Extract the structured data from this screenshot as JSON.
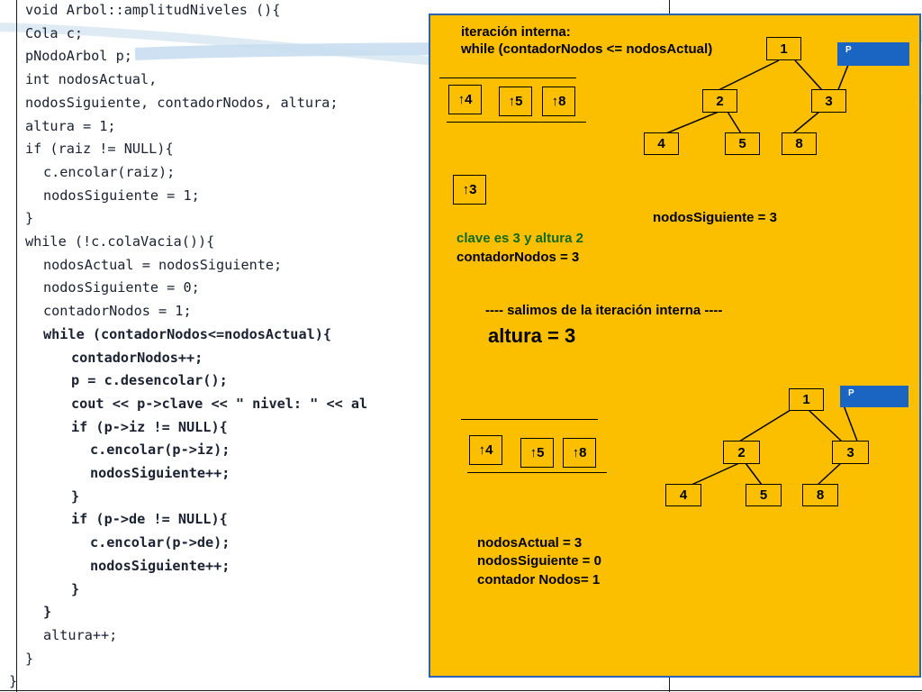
{
  "code": {
    "lines": [
      {
        "t": "void Arbol::amplitudNiveles (){",
        "indent": 1
      },
      {
        "t": "Cola c;",
        "indent": 1
      },
      {
        "t": "pNodoArbol p;",
        "indent": 1
      },
      {
        "t": "int nodosActual,",
        "indent": 1
      },
      {
        "t": "nodosSiguiente, contadorNodos, altura;",
        "indent": 1
      },
      {
        "t": "altura = 1;",
        "indent": 1
      },
      {
        "t": "if (raiz != NULL){",
        "indent": 1
      },
      {
        "t": "c.encolar(raiz);",
        "indent": 2
      },
      {
        "t": "nodosSiguiente = 1;",
        "indent": 2
      },
      {
        "t": "}",
        "indent": 1
      },
      {
        "t": "while (!c.colaVacia()){",
        "indent": 1
      },
      {
        "t": "nodosActual = nodosSiguiente;",
        "indent": 2
      },
      {
        "t": "nodosSiguiente = 0;",
        "indent": 2
      },
      {
        "t": "contadorNodos = 1;",
        "indent": 2
      },
      {
        "t": "while (contadorNodos<=nodosActual){",
        "indent": 2,
        "bold": true
      },
      {
        "t": "contadorNodos++;",
        "indent": 3,
        "bold": true
      },
      {
        "t": "p = c.desencolar();",
        "indent": 3,
        "bold": true
      },
      {
        "t": "cout << p->clave << \" nivel: \" << al",
        "indent": 3,
        "bold": true
      },
      {
        "t": "if (p->iz != NULL){",
        "indent": 3,
        "bold": true
      },
      {
        "t": "c.encolar(p->iz);",
        "indent": 4,
        "bold": true
      },
      {
        "t": "nodosSiguiente++;",
        "indent": 4,
        "bold": true
      },
      {
        "t": "}",
        "indent": 3,
        "bold": true
      },
      {
        "t": "if (p->de != NULL){",
        "indent": 3,
        "bold": true
      },
      {
        "t": "c.encolar(p->de);",
        "indent": 4,
        "bold": true
      },
      {
        "t": "nodosSiguiente++;",
        "indent": 4,
        "bold": true
      },
      {
        "t": "}",
        "indent": 3,
        "bold": true
      },
      {
        "t": "}",
        "indent": 2,
        "bold": true
      },
      {
        "t": "altura++;",
        "indent": 2
      },
      {
        "t": "}",
        "indent": 1
      },
      {
        "t": "}",
        "indent": 0
      }
    ]
  },
  "panel": {
    "header1": "iteración interna:",
    "header2": "while (contadorNodos <= nodosActual)",
    "top": {
      "queue": [
        "↑4",
        "↑5",
        "↑8"
      ],
      "dequeued": "↑3",
      "tree": {
        "root": "1",
        "l": "2",
        "r": "3",
        "ll": "4",
        "lr": "5",
        "rl": "8"
      },
      "p_label": "P",
      "nodos_siguiente": "nodosSiguiente = 3",
      "clave_line": "clave es 3 y altura 2",
      "contador_line": "contadorNodos = 3"
    },
    "exit_msg": "---- salimos de la iteración interna ----",
    "altura": "altura = 3",
    "bottom": {
      "queue": [
        "↑4",
        "↑5",
        "↑8"
      ],
      "tree": {
        "root": "1",
        "l": "2",
        "r": "3",
        "ll": "4",
        "lr": "5",
        "rl": "8"
      },
      "p_label": "P",
      "status": [
        "nodosActual = 3",
        "nodosSiguiente = 0",
        "contador Nodos= 1"
      ]
    }
  },
  "colors": {
    "panel_bg": "#fcbf00",
    "panel_border": "#2c62b4",
    "p_label_bg": "#1a64c2",
    "green_text": "#0f6a1b"
  }
}
